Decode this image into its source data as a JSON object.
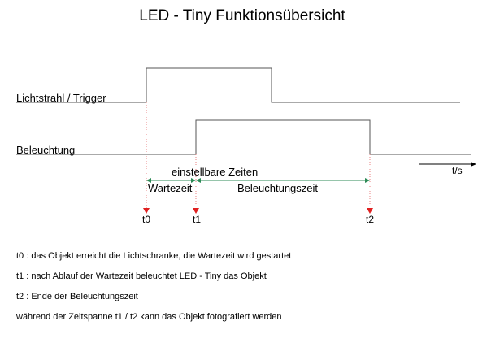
{
  "title": "LED - Tiny Funktionsübersicht",
  "signals": [
    {
      "id": "trigger",
      "label": "Lichtstrahl / Trigger"
    },
    {
      "id": "illumination",
      "label": "Beleuchtung"
    }
  ],
  "time_axis": {
    "label": "t/s"
  },
  "spans": {
    "adjustable": "einstellbare Zeiten",
    "wait": "Wartezeit",
    "illumination": "Beleuchtungszeit"
  },
  "markers": [
    {
      "id": "t0",
      "label": "t0"
    },
    {
      "id": "t1",
      "label": "t1"
    },
    {
      "id": "t2",
      "label": "t2"
    }
  ],
  "notes": [
    "t0 : das Objekt erreicht die Lichtschranke, die Wartezeit wird gestartet",
    "t1 : nach Ablauf der Wartezeit beleuchtet  LED - Tiny das Objekt",
    "t2 : Ende der Beleuchtungszeit",
    "während der Zeitspanne t1 / t2 kann das Objekt fotografiert werden"
  ],
  "colors": {
    "signal_line": "#555555",
    "span_arrow": "#2e8b57",
    "marker": "#e02020",
    "guide_line": "#e88080"
  }
}
